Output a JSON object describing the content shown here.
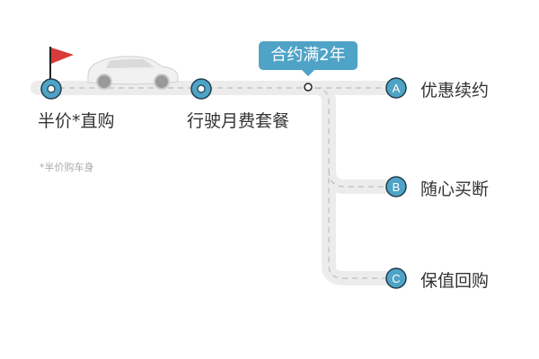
{
  "steps": [
    {
      "label": "半价*直购",
      "note": "*半价购车身"
    },
    {
      "label": "行驶月费套餐"
    }
  ],
  "milestone": "合约满2年",
  "options": [
    {
      "letter": "A",
      "label": "优惠续约"
    },
    {
      "letter": "B",
      "label": "随心买断"
    },
    {
      "letter": "C",
      "label": "保值回购"
    }
  ],
  "colors": {
    "accent": "#4fa3c7",
    "road": "#ececec",
    "flag": "#d93a3a"
  }
}
